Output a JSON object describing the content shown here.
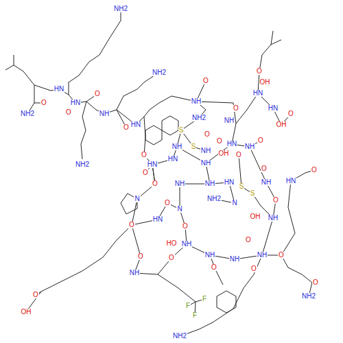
{
  "diagram": {
    "labels": [
      "NH2",
      "NH2",
      "NH2",
      "HN",
      "O",
      "NH2",
      "HN",
      "O",
      "O",
      "NH",
      "O",
      "HN",
      "O",
      "HN",
      "O",
      "O",
      "N",
      "HN",
      "O",
      "OH",
      "O",
      "O",
      "HO",
      "N",
      "O",
      "NH",
      "F",
      "F",
      "F",
      "O",
      "NH",
      "O",
      "NH",
      "O",
      "NH2",
      "O",
      "NH2",
      "O",
      "NH",
      "OH",
      "O",
      "HN",
      "O",
      "O",
      "NH",
      "NH2",
      "N",
      "HN",
      "S",
      "S",
      "NH",
      "OH",
      "O",
      "HN",
      "NH",
      "O",
      "O",
      "O",
      "NH2",
      "S",
      "S",
      "NH",
      "NH",
      "HN",
      "O",
      "NH",
      "O",
      "OH",
      "HN",
      "O",
      "NH",
      "O",
      "OH",
      "HN",
      "O",
      "NH",
      "NH",
      "O",
      "NH",
      "NH"
    ]
  }
}
